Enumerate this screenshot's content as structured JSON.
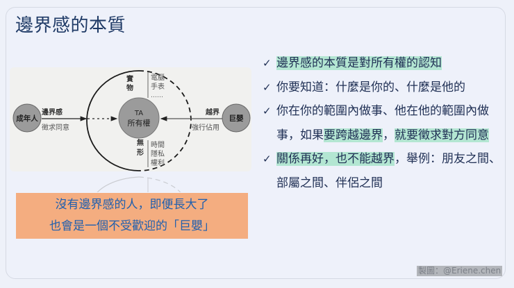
{
  "slide": {
    "title": "邊界感的本質",
    "diagram": {
      "left_node": "成年人",
      "left_label_top": "邊界感",
      "left_label_bottom": "徵求同意",
      "center_line1": "TA",
      "center_line2": "所有權",
      "right_node": "巨嬰",
      "right_label_top": "越界",
      "right_label_bottom": "強行佔用",
      "tangible_label_1": "實",
      "tangible_label_2": "物",
      "tangible_items": [
        "電腦",
        "手表",
        "……"
      ],
      "intangible_label_1": "無",
      "intangible_label_2": "形",
      "intangible_items": [
        "時間",
        "隱私",
        "權利"
      ]
    },
    "callout": {
      "line1": "沒有邊界感的人，即便長大了",
      "line2": "也會是一個不受歡迎的「巨嬰」"
    },
    "bullets": [
      {
        "check": "✓",
        "hl": "邊界感的本質是對所有權的認知",
        "rest": ""
      },
      {
        "check": "✓",
        "text": "你要知道：什麼是你的、什麼是他的"
      },
      {
        "check": "✓",
        "part1": "你在你的範圍內做事、他在他的範圍內做事，如果",
        "hl1": "要跨越邊界",
        "part2": "，",
        "hl2": "就要徵求對方同意"
      },
      {
        "check": "✓",
        "hl": "關係再好，也不能越界",
        "rest": "，舉例：朋友之間、部屬之間、伴侶之間"
      }
    ],
    "credit": "製圖：@Eriene.chen",
    "colors": {
      "title": "#1f3a66",
      "highlight": "#b3e6d2",
      "callout_bg": "#f4ad80",
      "callout_text": "#1f5fae",
      "slide_bg": "#eef1fa"
    }
  }
}
